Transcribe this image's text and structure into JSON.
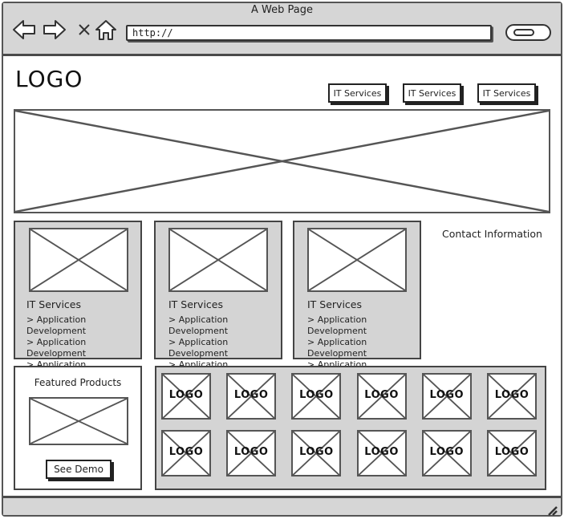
{
  "window": {
    "title": "A Web Page",
    "url": "http://",
    "icons": [
      "back-arrow-icon",
      "forward-arrow-icon",
      "close-icon",
      "home-icon",
      "search-icon"
    ]
  },
  "page": {
    "logo": "LOGO",
    "nav_buttons": [
      {
        "label": "IT Services"
      },
      {
        "label": "IT Services"
      },
      {
        "label": "IT Services"
      }
    ],
    "services": [
      {
        "title": "IT Services",
        "items": [
          "> Application Development",
          "> Application Development",
          "> Application Development"
        ]
      },
      {
        "title": "IT Services",
        "items": [
          "> Application Development",
          "> Application Development",
          "> Application Development"
        ]
      },
      {
        "title": "IT Services",
        "items": [
          "> Application Development",
          "> Application Development",
          "> Application Development"
        ]
      }
    ],
    "contact": "Contact Information",
    "featured": {
      "title": "Featured Products",
      "button": "See Demo"
    },
    "partner_logos": [
      "LOGO",
      "LOGO",
      "LOGO",
      "LOGO",
      "LOGO",
      "LOGO",
      "LOGO",
      "LOGO",
      "LOGO",
      "LOGO",
      "LOGO",
      "LOGO"
    ]
  },
  "colors": {
    "chrome": "#d6d6d6",
    "panel": "#d4d4d4",
    "stroke": "#444444"
  }
}
